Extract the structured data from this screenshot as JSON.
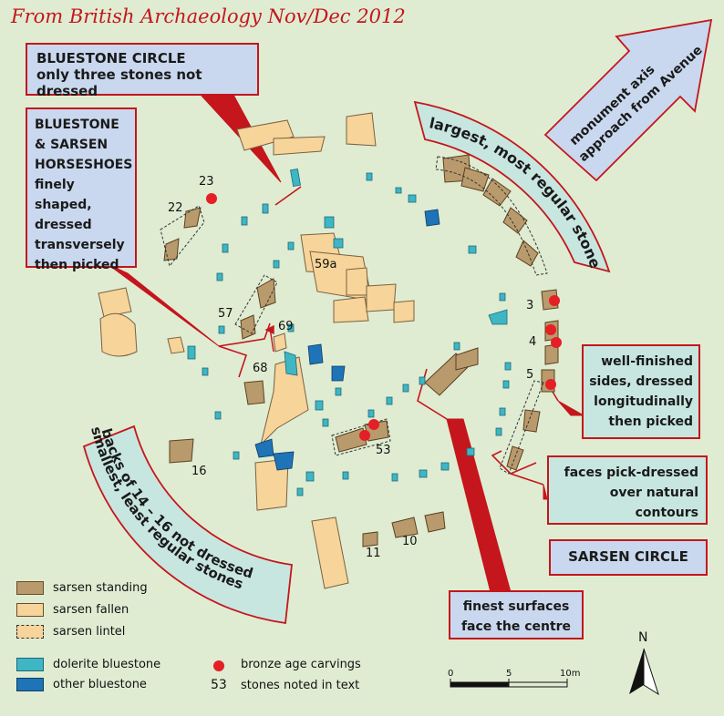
{
  "header": {
    "title": "From British Archaeology Nov/Dec 2012"
  },
  "boxes": {
    "bluestone_circle": "BLUESTONE CIRCLE\nonly three stones not dressed",
    "horseshoes": "BLUESTONE\n& SARSEN\nHORSESHOES\nfinely shaped,\ndressed\ntransversely\nthen picked",
    "well_finished": "well-finished\nsides, dressed\nlongitudinally\nthen picked",
    "faces_pick": "faces pick-dressed\nover natural\ncontours",
    "sarsen_circle": "SARSEN CIRCLE",
    "finest": "finest surfaces\nface the centre"
  },
  "arcs": {
    "largest": "largest, most regular stones",
    "smallest_1": "smallest, least regular stones",
    "smallest_2": "backs of 14 – 16 not dressed",
    "axis_1": "monument axis",
    "axis_2": "approach from Avenue"
  },
  "stone_labels": {
    "s23": "23",
    "s22": "22",
    "s59a": "59a",
    "s57": "57",
    "s69": "69",
    "s68": "68",
    "s3": "3",
    "s4": "4",
    "s5": "5",
    "s53": "53",
    "s16": "16",
    "s11": "11",
    "s10": "10"
  },
  "legend": {
    "sarsen_standing": "sarsen standing",
    "sarsen_fallen": "sarsen fallen",
    "sarsen_lintel": "sarsen lintel",
    "dolerite": "dolerite bluestone",
    "other": "other bluestone",
    "carvings": "bronze age carvings",
    "noted_num": "53",
    "noted": "stones noted in text"
  },
  "scale": {
    "t0": "0",
    "t5": "5",
    "t10": "10m"
  },
  "north": "N",
  "colors": {
    "background": "#dfecd2",
    "sarsen_standing": "#b99a6c",
    "sarsen_fallen": "#f6d49a",
    "dolerite": "#3eb6c4",
    "other_bluestone": "#1f73b7",
    "red": "#c4161c",
    "box_blue": "#c9d8ee",
    "box_teal": "#c7e6df"
  }
}
